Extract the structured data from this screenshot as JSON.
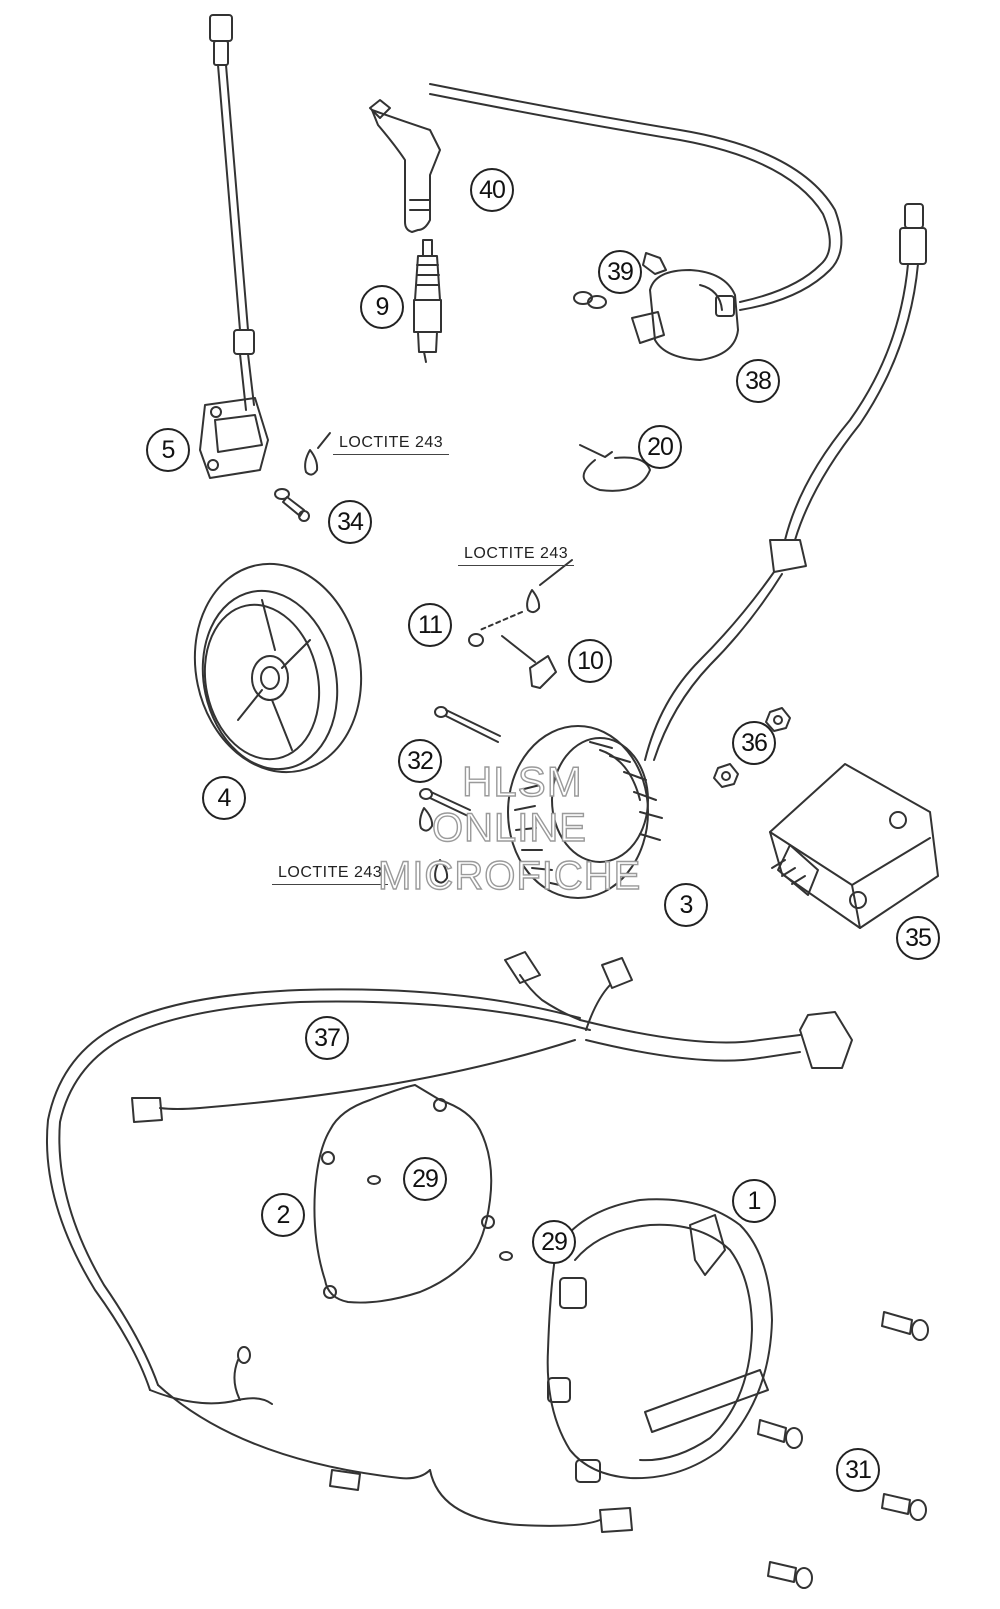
{
  "callouts": {
    "c1": "1",
    "c2": "2",
    "c3": "3",
    "c4": "4",
    "c5": "5",
    "c9": "9",
    "c10": "10",
    "c11": "11",
    "c20": "20",
    "c29a": "29",
    "c29b": "29",
    "c31": "31",
    "c32": "32",
    "c34": "34",
    "c35": "35",
    "c36": "36",
    "c37": "37",
    "c38": "38",
    "c39": "39",
    "c40": "40"
  },
  "notes": {
    "loctite_top": "LOCTITE 243",
    "loctite_mid": "LOCTITE 243",
    "loctite_bottom": "LOCTITE 243"
  },
  "watermark": {
    "line1": "HLSM",
    "line2": "ONLINE",
    "line3": "MICROFICHE"
  }
}
